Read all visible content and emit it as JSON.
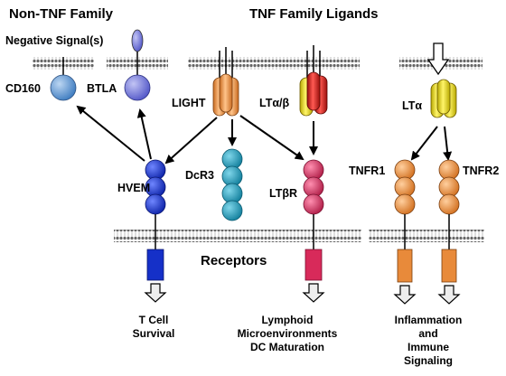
{
  "headers": {
    "non_tnf": "Non-TNF Family",
    "tnf": "TNF Family Ligands"
  },
  "labels": {
    "negative_signal": "Negative Signal(s)",
    "cd160": "CD160",
    "btla": "BTLA",
    "light": "LIGHT",
    "lt_ab": "LTα/β",
    "lt_a": "LTα",
    "dcr3": "DcR3",
    "hvem": "HVEM",
    "ltbr": "LTβR",
    "tnfr1": "TNFR1",
    "tnfr2": "TNFR2",
    "receptors": "Receptors"
  },
  "outcomes": {
    "tcell_1": "T Cell",
    "tcell_2": "Survival",
    "lymph_1": "Lymphoid",
    "lymph_2": "Microenvironments",
    "lymph_3": "DC Maturation",
    "infl_1": "Inflammation",
    "infl_2": "and",
    "infl_3": "Immune",
    "infl_4": "Signaling"
  },
  "colors": {
    "membrane": "#8a8a8a",
    "cd160": "#4f8fd0",
    "btla": "#6a6fd8",
    "light": "#e88a3a",
    "lt_alpha": "#f2e21a",
    "lt_beta": "#d8201c",
    "dcr3": "#1ea3c4",
    "hvem": "#1530c8",
    "ltbr": "#d82a5a",
    "tnfr": "#e88a3a"
  }
}
